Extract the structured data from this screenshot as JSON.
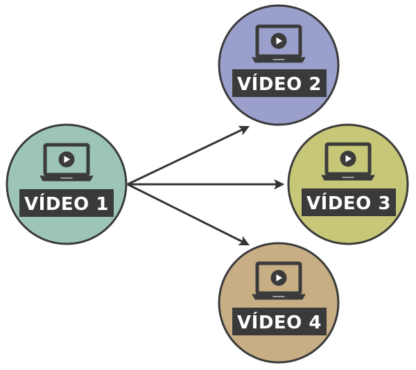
{
  "colors": {
    "outline": "#3a3a3a",
    "icon": "#3b3b3b",
    "label_box": "#3a3a3a",
    "label_text": "#ffffff",
    "arrow": "#333333"
  },
  "nodes": [
    {
      "id": "video-1",
      "label": "VÍDEO 1",
      "icon": "laptop-play-icon",
      "fill": "#9dc5b6"
    },
    {
      "id": "video-2",
      "label": "VÍDEO 2",
      "icon": "laptop-play-icon",
      "fill": "#9aa0cb"
    },
    {
      "id": "video-3",
      "label": "VÍDEO 3",
      "icon": "laptop-play-icon",
      "fill": "#c6c878"
    },
    {
      "id": "video-4",
      "label": "VÍDEO 4",
      "icon": "laptop-play-icon",
      "fill": "#c7ae84"
    }
  ],
  "edges": [
    {
      "from": "video-1",
      "to": "video-2"
    },
    {
      "from": "video-1",
      "to": "video-3"
    },
    {
      "from": "video-1",
      "to": "video-4"
    }
  ]
}
